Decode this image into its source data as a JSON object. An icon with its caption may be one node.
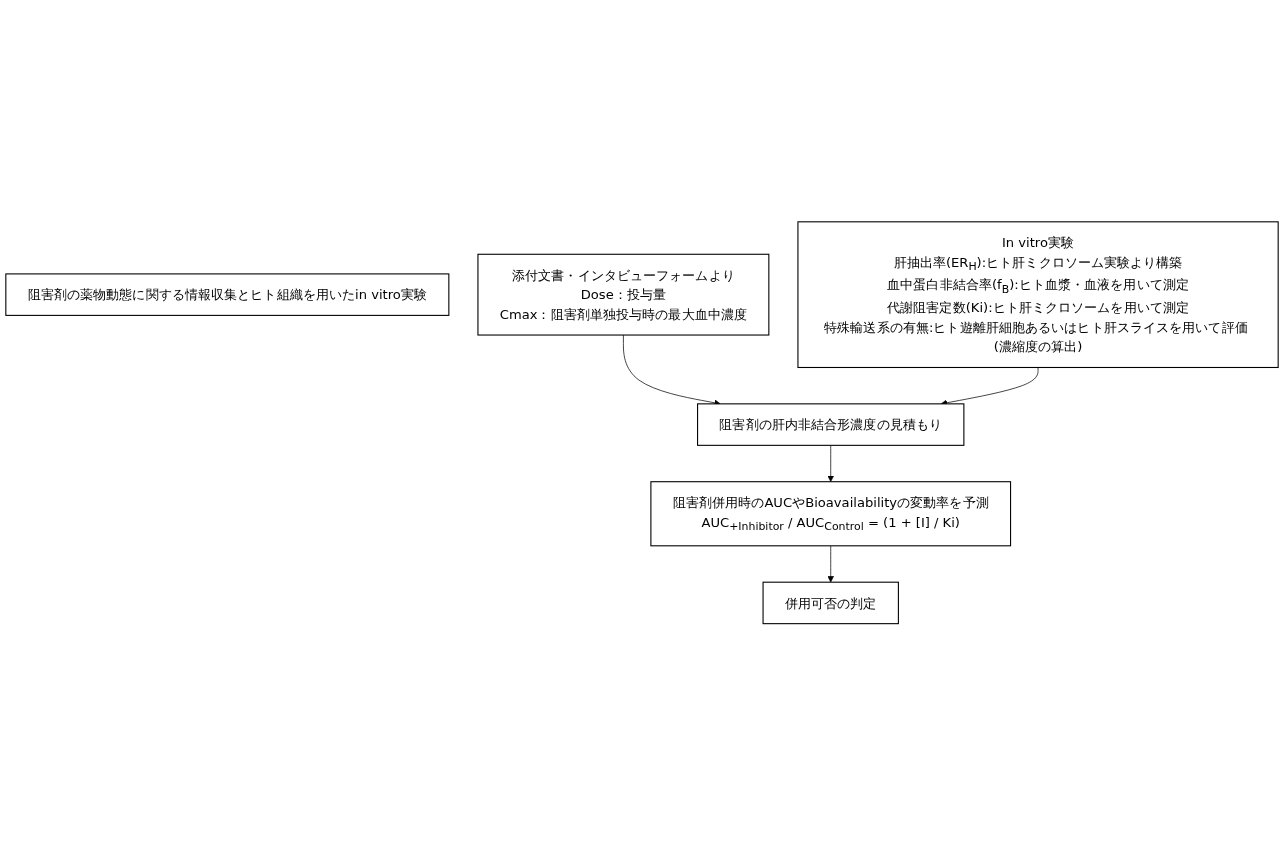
{
  "diagram": {
    "nodes": [
      {
        "text": [
          "阻害剤の薬物動態に関する情報収集とヒト組織を用いたin vitro実験"
        ]
      },
      {
        "text": [
          "添付文書・インタビューフォームより",
          "Dose：投与量",
          "Cmax：阻害剤単独投与時の最大血中濃度"
        ]
      },
      {
        "text": [
          "In vitro実験",
          "肝抽出率(ER$_{H}$):ヒト肝ミクロソーム実験より構築",
          "血中蛋白非結合率(f$_{B}$):ヒト血漿・血液を用いて測定",
          "代謝阻害定数(Ki):ヒト肝ミクロソームを用いて測定",
          "特殊輸送系の有無:ヒト遊離肝細胞あるいはヒト肝スライスを用いて評価 (濃縮度の算出)"
        ]
      },
      {
        "text": [
          "阻害剤の肝内非結合形濃度の見積もり"
        ]
      },
      {
        "text": [
          "阻害剤併用時のAUCやBioavailabilityの変動率を予測",
          "AUC$_{+Inhibitor}$ / AUC$_{Control}$ = (1 + [I] / Ki)"
        ]
      },
      {
        "text": [
          "併用可否の判定"
        ]
      }
    ],
    "edges": [
      {
        "from": 1,
        "to": 3,
        "arrow": "to"
      },
      {
        "from": 2,
        "to": 3,
        "arrow": "to"
      },
      {
        "from": 3,
        "to": 4,
        "arrow": "to"
      },
      {
        "from": 4,
        "to": 5,
        "arrow": "to"
      }
    ]
  }
}
